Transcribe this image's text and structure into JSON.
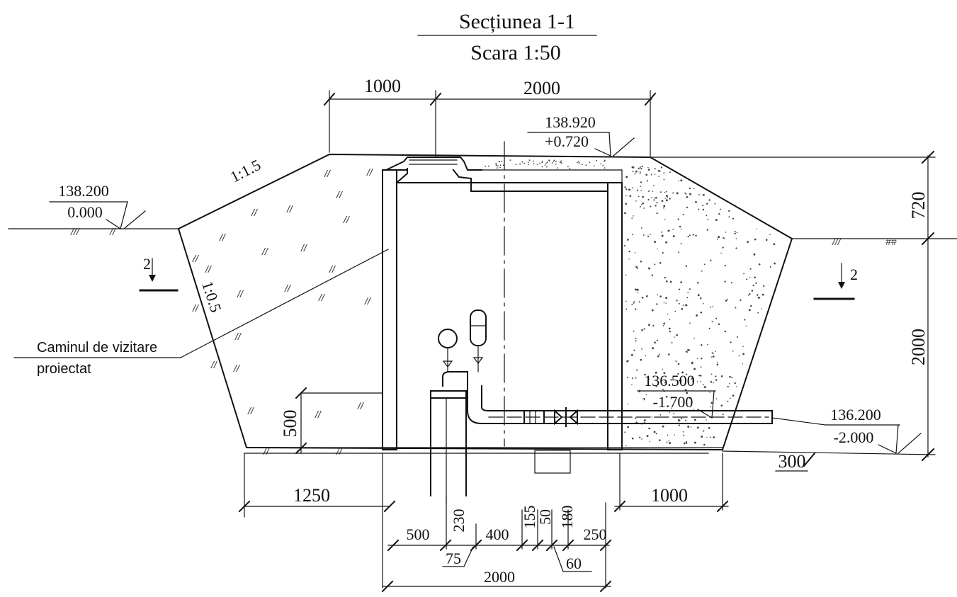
{
  "title": {
    "section": "Secțiunea 1-1",
    "scale": "Scara 1:50"
  },
  "dimensions_top": {
    "left_width": "1000",
    "right_width": "2000"
  },
  "elevations": {
    "top": {
      "abs": "138.920",
      "rel": "+0.720"
    },
    "ground": {
      "abs": "138.200",
      "rel": "0.000"
    },
    "pipe": {
      "abs": "136.500",
      "rel": "-1.700"
    },
    "bottom": {
      "abs": "136.200",
      "rel": "-2.000"
    }
  },
  "slopes": {
    "upper": "1:1.5",
    "lower": "1:0.5"
  },
  "section_marks": {
    "left": "2",
    "right": "2"
  },
  "annotation": {
    "line1": "Caminul de vizitare",
    "line2": "proiectat"
  },
  "dimensions_right": {
    "upper": "720",
    "lower": "2000",
    "base": "300"
  },
  "dimensions_left": {
    "pedestal": "500"
  },
  "dimensions_bottom": {
    "left_base": "1250",
    "right_base": "1000",
    "d500": "500",
    "d230": "230",
    "d400": "400",
    "d155": "155",
    "d50": "50",
    "d180": "180",
    "d250": "250",
    "d75": "75",
    "d60": "60",
    "total": "2000"
  }
}
